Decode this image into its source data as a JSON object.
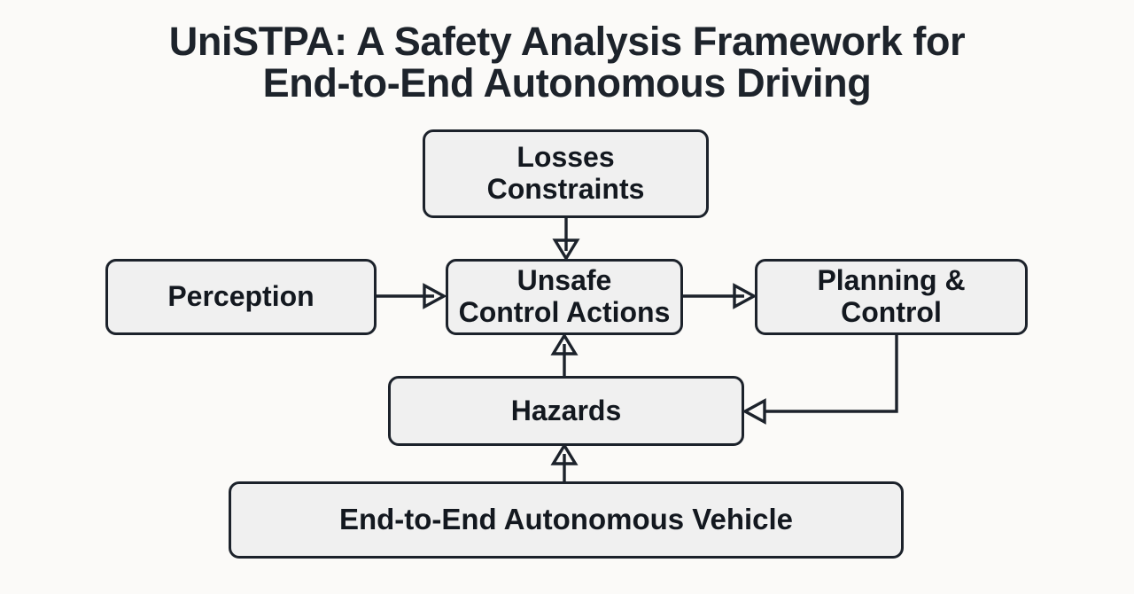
{
  "page": {
    "background_color": "#fbfaf8",
    "ink_color": "#1c222b",
    "node_fill_color": "#f0f0f0"
  },
  "title": {
    "text": "UniSTPA: A Safety Analysis Framework for\nEnd-to-End Autonomous Driving",
    "line1": "UniSTPA: A Safety Analysis Framework for",
    "line2": "End-to-End Autonomous Driving"
  },
  "diagram": {
    "type": "flow-diagram",
    "nodes": [
      {
        "id": "losses",
        "label": "Losses\nConstraints",
        "line1": "Losses",
        "line2": "Constraints"
      },
      {
        "id": "perception",
        "label": "Perception",
        "line1": "Perception",
        "line2": ""
      },
      {
        "id": "uca",
        "label": "Unsafe\nControl Actions",
        "line1": "Unsafe",
        "line2": "Control Actions"
      },
      {
        "id": "planning",
        "label": "Planning &\nControl",
        "line1": "Planning &",
        "line2": "Control"
      },
      {
        "id": "hazards",
        "label": "Hazards",
        "line1": "Hazards",
        "line2": ""
      },
      {
        "id": "vehicle",
        "label": "End-to-End Autonomous Vehicle",
        "line1": "End-to-End Autonomous Vehicle",
        "line2": ""
      }
    ],
    "edges": [
      {
        "id": "losses-to-uca",
        "from": "losses",
        "to": "uca",
        "direction": "down",
        "arrow": "single"
      },
      {
        "id": "perception-to-uca",
        "from": "perception",
        "to": "uca",
        "direction": "right",
        "arrow": "single"
      },
      {
        "id": "uca-to-planning",
        "from": "uca",
        "to": "planning",
        "direction": "right",
        "arrow": "single"
      },
      {
        "id": "planning-to-hazards",
        "from": "planning",
        "to": "hazards",
        "direction": "down-left",
        "arrow": "single"
      },
      {
        "id": "hazards-to-uca",
        "from": "hazards",
        "to": "uca",
        "direction": "up",
        "arrow": "single"
      },
      {
        "id": "vehicle-to-hazards",
        "from": "vehicle",
        "to": "hazards",
        "direction": "up",
        "arrow": "single"
      }
    ]
  }
}
